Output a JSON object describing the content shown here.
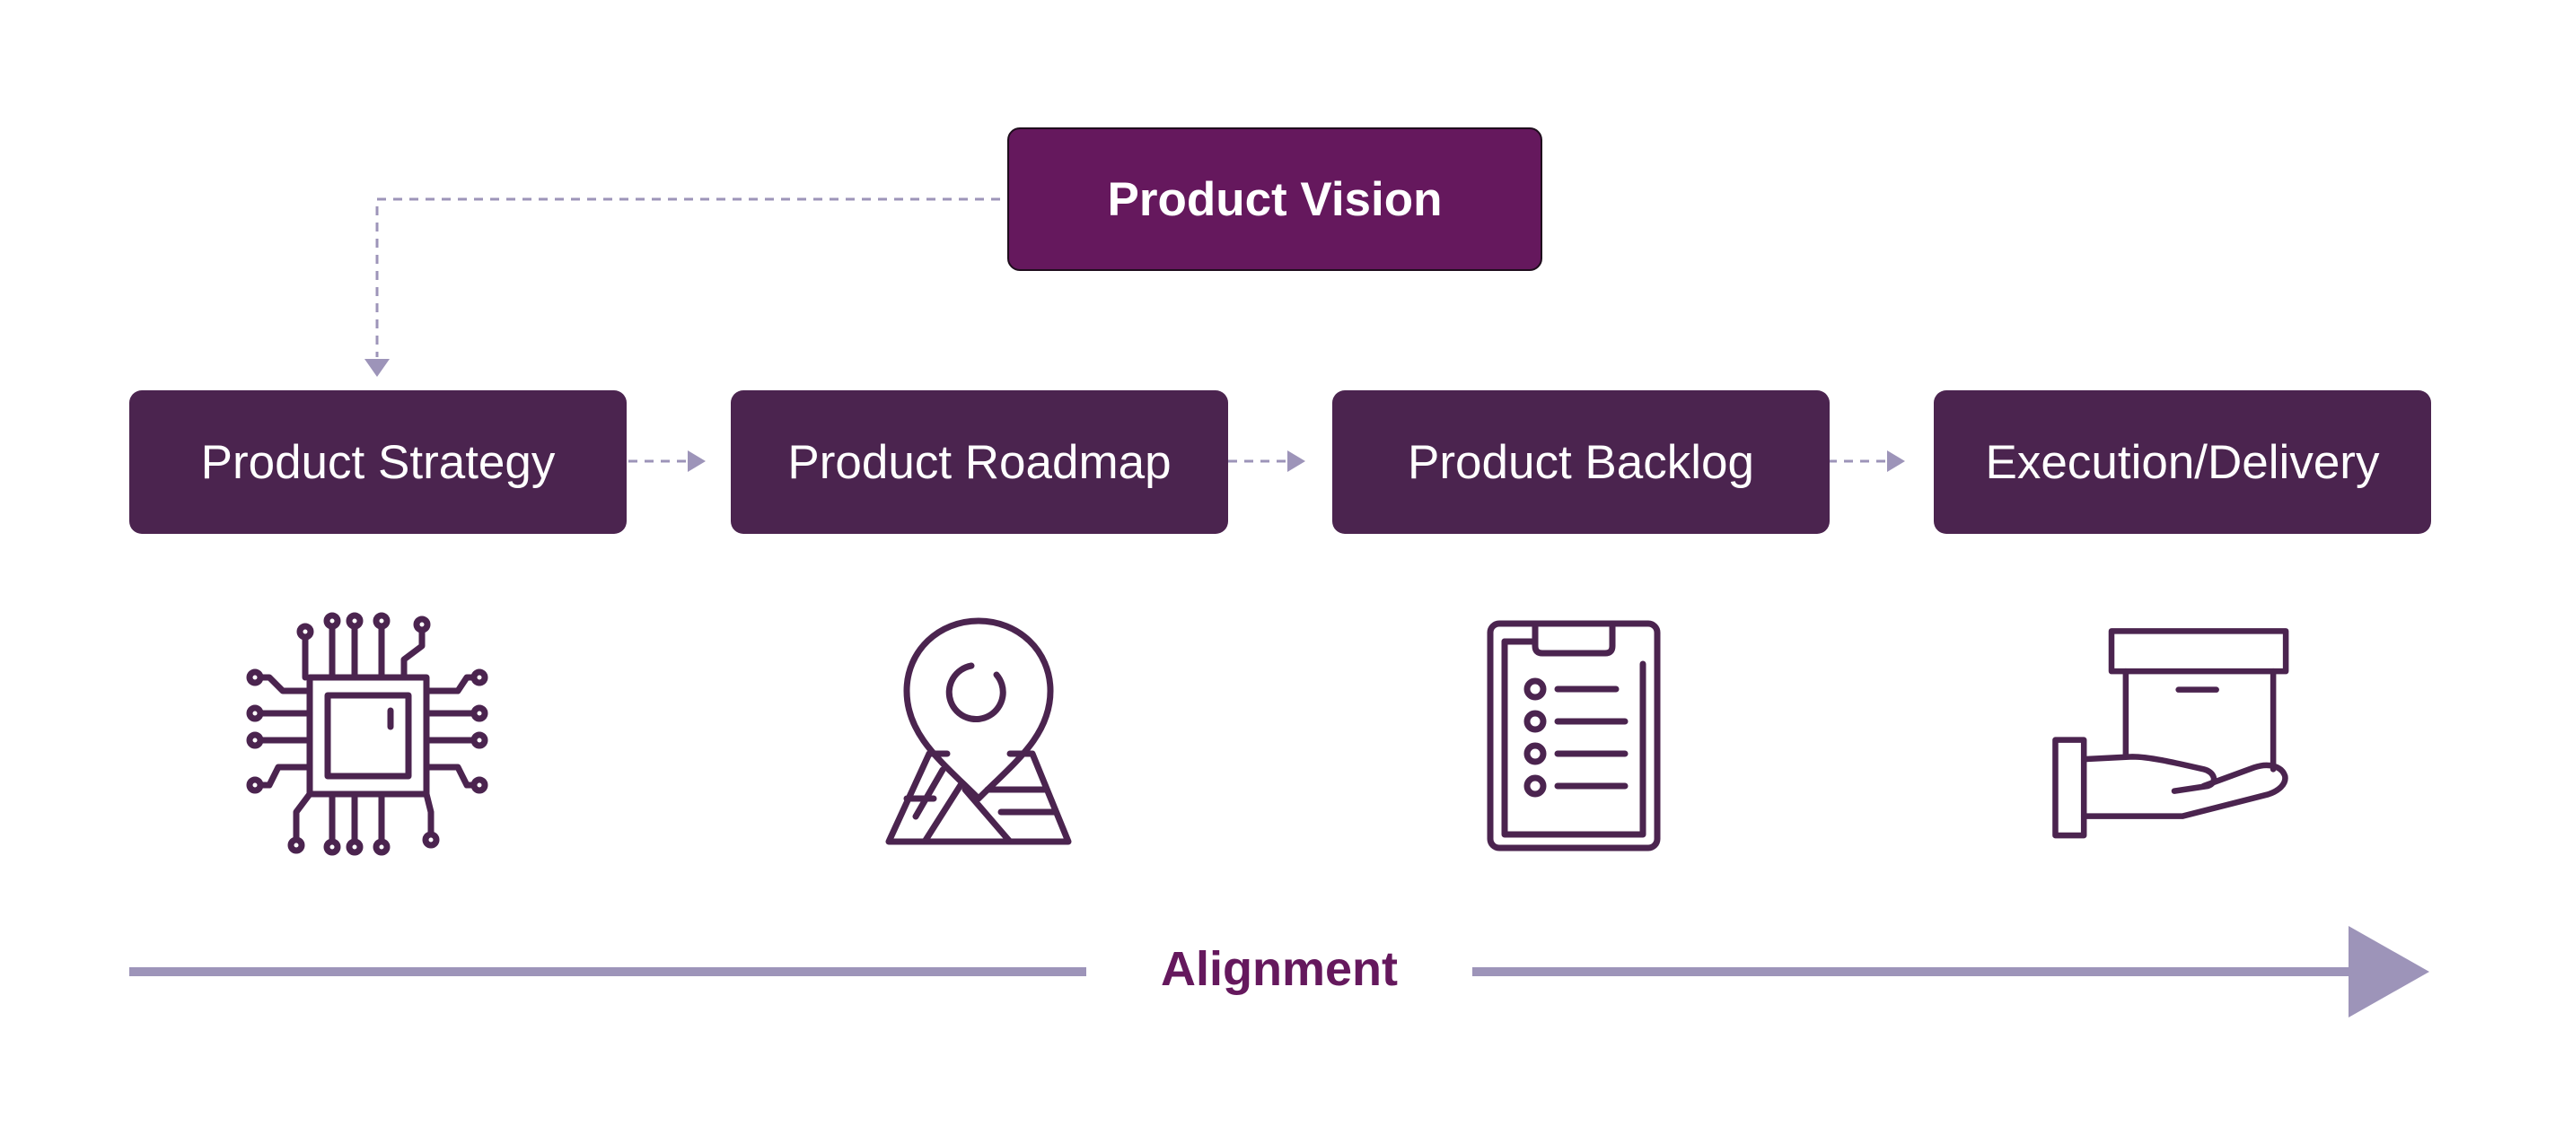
{
  "colors": {
    "vision_fill": "#65185d",
    "stage_fill": "#4b244f",
    "icon_stroke": "#4b244f",
    "connector": "#9d94b9",
    "label_text": "#65185d"
  },
  "vision": {
    "label": "Product Vision"
  },
  "stages": [
    {
      "label": "Product Strategy",
      "icon": "microchip-icon"
    },
    {
      "label": "Product Roadmap",
      "icon": "map-pin-icon"
    },
    {
      "label": "Product Backlog",
      "icon": "clipboard-list-icon"
    },
    {
      "label": "Execution/Delivery",
      "icon": "hand-box-icon"
    }
  ],
  "alignment": {
    "label": "Alignment"
  }
}
